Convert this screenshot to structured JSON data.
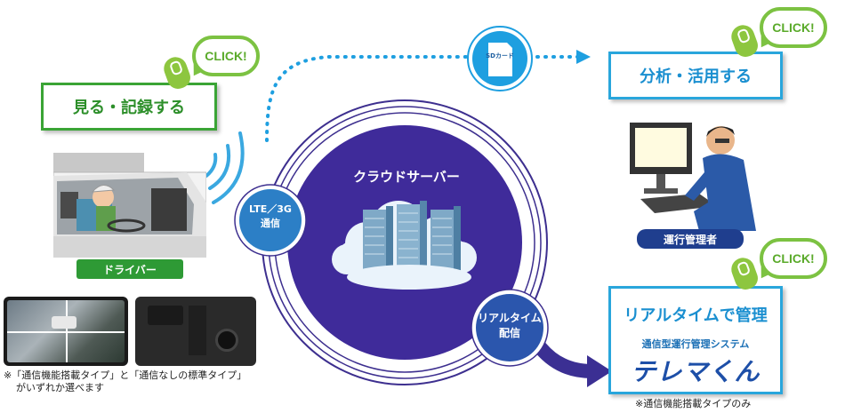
{
  "boxes": {
    "see_record": "見る・記録する",
    "analyze": "分析・活用する",
    "realtime_title": "リアルタイムで管理",
    "realtime_sub": "通信型運行管理システム",
    "realtime_brand": "テレマくん"
  },
  "click_label": "CLICK!",
  "cloud": {
    "title": "クラウドサーバー"
  },
  "circles": {
    "lte": [
      "LTE／3G",
      "通信"
    ],
    "realtime": [
      "リアルタイム",
      "配信"
    ]
  },
  "sd_label": "SDカード",
  "people": {
    "driver": "ドライバー",
    "manager": "運行管理者"
  },
  "notes": {
    "bottom_left": [
      "※「通信機能搭載タイプ」と「通信なしの標準タイプ」",
      "がいずれか選べます"
    ],
    "bottom_right": "※通信機能搭載タイプのみ"
  },
  "colors": {
    "green": "#3aa435",
    "blue": "#29a6dc",
    "navy": "#2e2a86",
    "purple": "#4f3aa0"
  }
}
